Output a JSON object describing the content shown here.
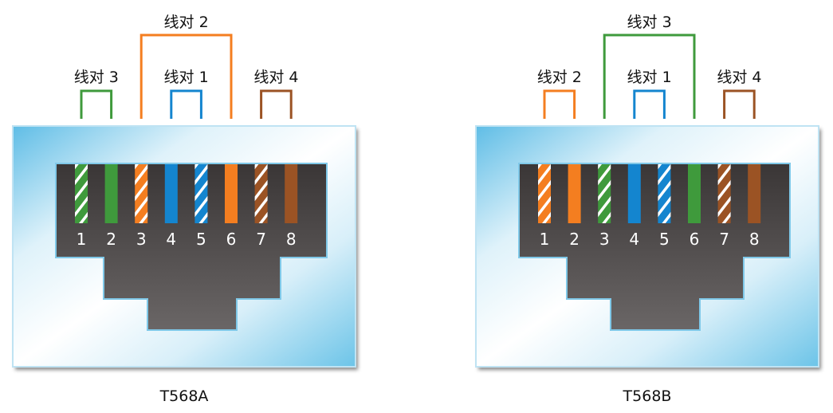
{
  "colors": {
    "green": "#3f9a3c",
    "orange": "#f47e20",
    "blue": "#1485cf",
    "brown": "#9b5324",
    "stripe": "#ffffff",
    "jack_inner": "#4a4646",
    "frame_light": "#e6f4fa",
    "frame_blue": "#6ec3e6"
  },
  "connectors": [
    {
      "standard": "T568A",
      "pins": [
        {
          "num": "1",
          "color": "green",
          "striped": true
        },
        {
          "num": "2",
          "color": "green",
          "striped": false
        },
        {
          "num": "3",
          "color": "orange",
          "striped": true
        },
        {
          "num": "4",
          "color": "blue",
          "striped": false
        },
        {
          "num": "5",
          "color": "blue",
          "striped": true
        },
        {
          "num": "6",
          "color": "orange",
          "striped": false
        },
        {
          "num": "7",
          "color": "brown",
          "striped": true
        },
        {
          "num": "8",
          "color": "brown",
          "striped": false
        }
      ],
      "pairs": [
        {
          "label": "线对 3",
          "color": "green",
          "pins": [
            1,
            2
          ],
          "tier": "low"
        },
        {
          "label": "线对 2",
          "color": "orange",
          "pins": [
            3,
            6
          ],
          "tier": "high"
        },
        {
          "label": "线对 1",
          "color": "blue",
          "pins": [
            4,
            5
          ],
          "tier": "low"
        },
        {
          "label": "线对 4",
          "color": "brown",
          "pins": [
            7,
            8
          ],
          "tier": "low"
        }
      ]
    },
    {
      "standard": "T568B",
      "pins": [
        {
          "num": "1",
          "color": "orange",
          "striped": true
        },
        {
          "num": "2",
          "color": "orange",
          "striped": false
        },
        {
          "num": "3",
          "color": "green",
          "striped": true
        },
        {
          "num": "4",
          "color": "blue",
          "striped": false
        },
        {
          "num": "5",
          "color": "blue",
          "striped": true
        },
        {
          "num": "6",
          "color": "green",
          "striped": false
        },
        {
          "num": "7",
          "color": "brown",
          "striped": true
        },
        {
          "num": "8",
          "color": "brown",
          "striped": false
        }
      ],
      "pairs": [
        {
          "label": "线对 2",
          "color": "orange",
          "pins": [
            1,
            2
          ],
          "tier": "low"
        },
        {
          "label": "线对 3",
          "color": "green",
          "pins": [
            3,
            6
          ],
          "tier": "high"
        },
        {
          "label": "线对 1",
          "color": "blue",
          "pins": [
            4,
            5
          ],
          "tier": "low"
        },
        {
          "label": "线对 4",
          "color": "brown",
          "pins": [
            7,
            8
          ],
          "tier": "low"
        }
      ]
    }
  ]
}
